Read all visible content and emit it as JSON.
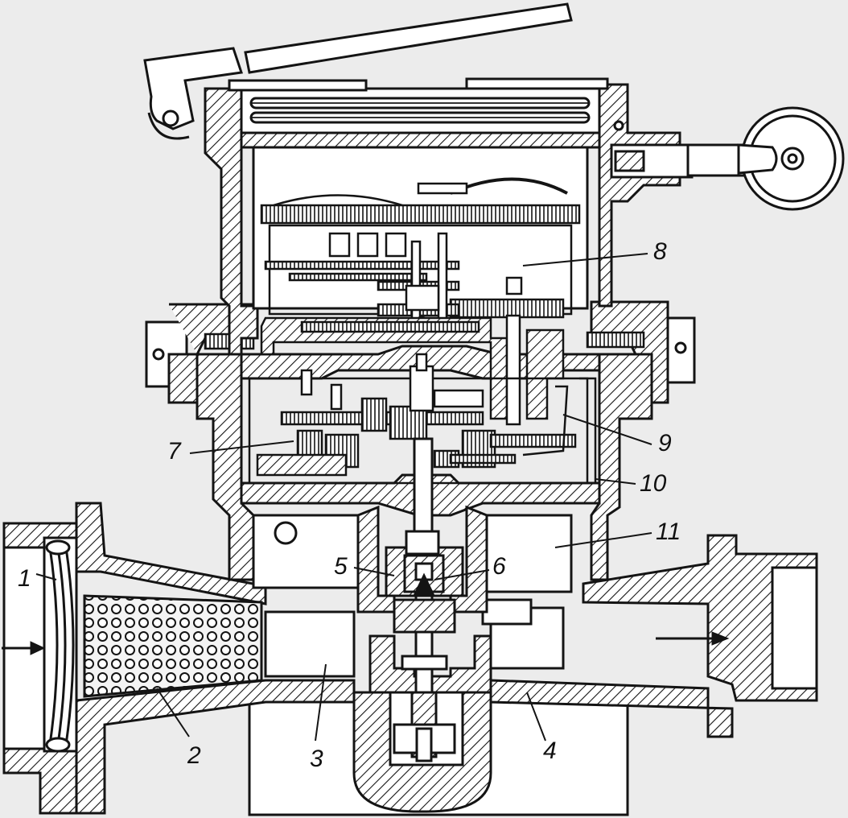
{
  "colors": {
    "paper": "#ececec",
    "ink": "#141414",
    "fill": "#ffffff"
  },
  "labels": [
    {
      "id": "1",
      "text": "1"
    },
    {
      "id": "2",
      "text": "2"
    },
    {
      "id": "3",
      "text": "3"
    },
    {
      "id": "4",
      "text": "4"
    },
    {
      "id": "5",
      "text": "5"
    },
    {
      "id": "6",
      "text": "6"
    },
    {
      "id": "7",
      "text": "7"
    },
    {
      "id": "8",
      "text": "8"
    },
    {
      "id": "9",
      "text": "9"
    },
    {
      "id": "10",
      "text": "10"
    },
    {
      "id": "11",
      "text": "11"
    }
  ]
}
